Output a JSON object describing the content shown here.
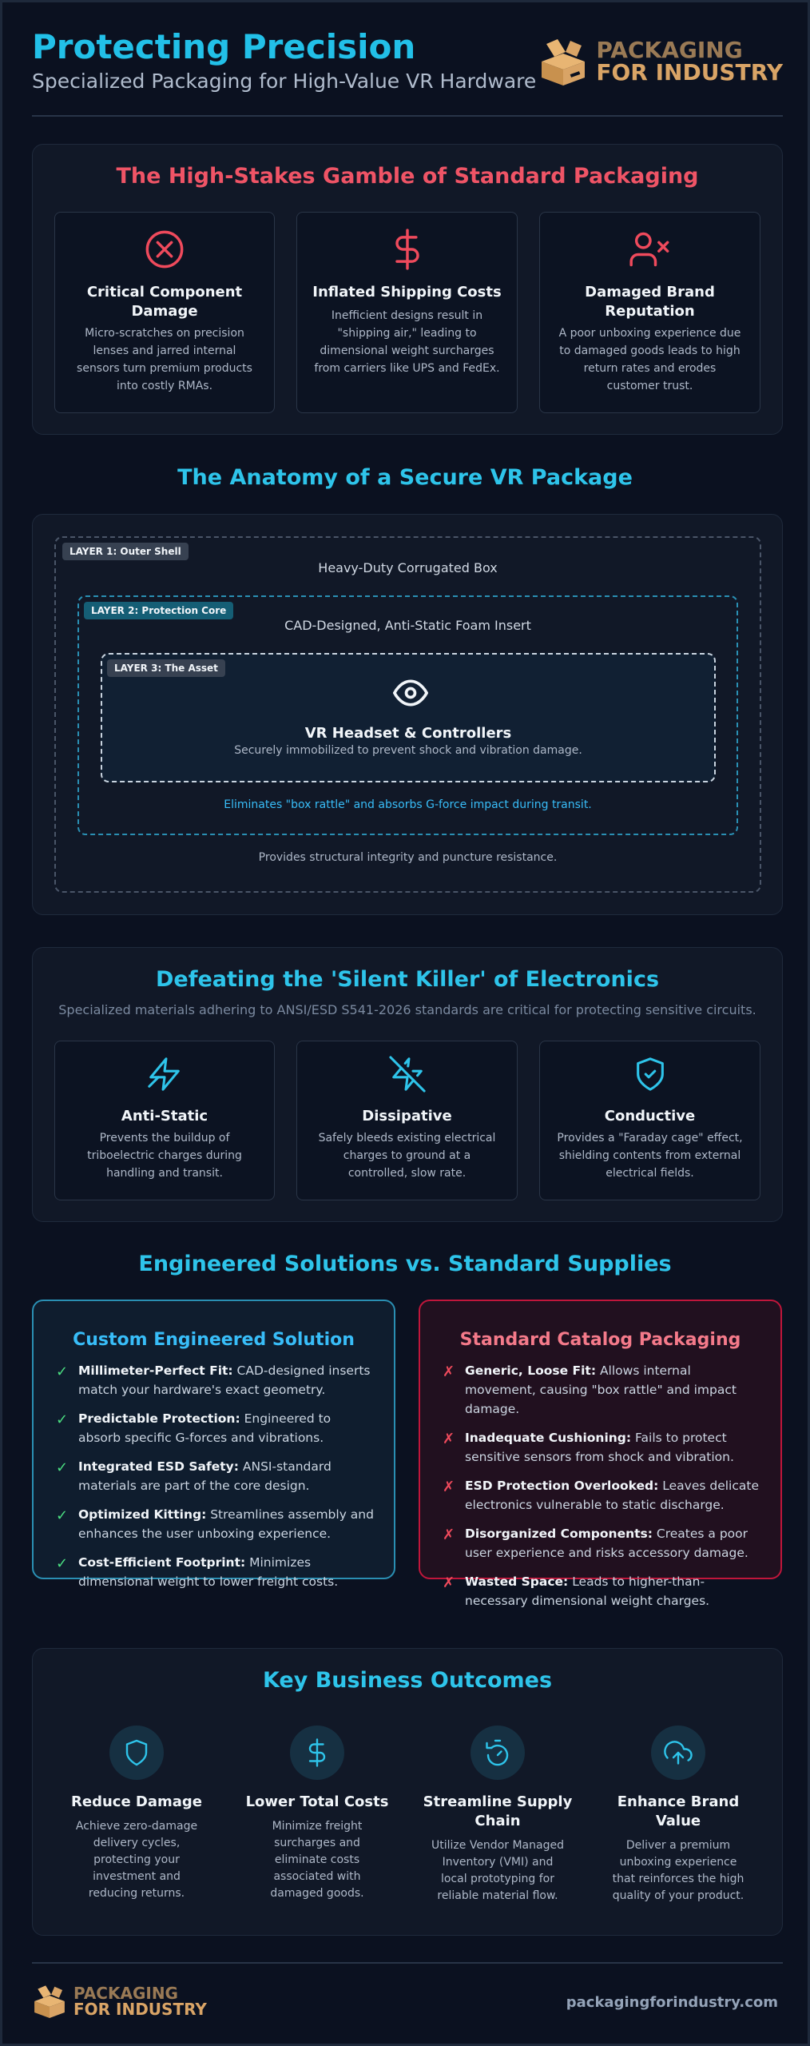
{
  "header": {
    "title": "Protecting Precision",
    "subtitle": "Specialized Packaging for High-Value VR Hardware"
  },
  "logo": {
    "line1": "PACKAGING",
    "line2": "FOR INDUSTRY"
  },
  "stakes": {
    "title": "The High-Stakes Gamble of Standard Packaging",
    "cards": [
      {
        "icon": "x-circle-icon",
        "title": "Critical Component Damage",
        "desc": "Micro-scratches on precision lenses and jarred internal sensors turn premium products into costly RMAs."
      },
      {
        "icon": "dollar-sign-icon",
        "title": "Inflated Shipping Costs",
        "desc": "Inefficient designs result in \"shipping air,\" leading to dimensional weight surcharges from carriers like UPS and FedEx."
      },
      {
        "icon": "user-x-icon",
        "title": "Damaged Brand Reputation",
        "desc": "A poor unboxing experience due to damaged goods leads to high return rates and erodes customer trust."
      }
    ]
  },
  "anatomy": {
    "title": "The Anatomy of a Secure VR Package",
    "layer1": {
      "tag": "LAYER 1: Outer Shell",
      "name": "Heavy-Duty Corrugated Box",
      "note": "Provides structural integrity and puncture resistance."
    },
    "layer2": {
      "tag": "LAYER 2: Protection Core",
      "name": "CAD-Designed, Anti-Static Foam Insert",
      "note": "Eliminates \"box rattle\" and absorbs G-force impact during transit."
    },
    "layer3": {
      "tag": "LAYER 3: The Asset",
      "name": "VR Headset & Controllers",
      "note": "Securely immobilized to prevent shock and vibration damage."
    }
  },
  "esd": {
    "title": "Defeating the 'Silent Killer' of Electronics",
    "subtitle": "Specialized materials adhering to ANSI/ESD S541-2026 standards are critical for protecting sensitive circuits.",
    "cards": [
      {
        "icon": "zap-icon",
        "title": "Anti-Static",
        "desc": "Prevents the buildup of triboelectric charges during handling and transit."
      },
      {
        "icon": "zap-off-icon",
        "title": "Dissipative",
        "desc": "Safely bleeds existing electrical charges to ground at a controlled, slow rate."
      },
      {
        "icon": "shield-check-icon",
        "title": "Conductive",
        "desc": "Provides a \"Faraday cage\" effect, shielding contents from external electrical fields."
      }
    ]
  },
  "comparison": {
    "title": "Engineered Solutions vs. Standard Supplies",
    "custom": {
      "title": "Custom Engineered Solution",
      "items": [
        {
          "bold": "Millimeter-Perfect Fit:",
          "text": " CAD-designed inserts match your hardware's exact geometry."
        },
        {
          "bold": "Predictable Protection:",
          "text": " Engineered to absorb specific G-forces and vibrations."
        },
        {
          "bold": "Integrated ESD Safety:",
          "text": " ANSI-standard materials are part of the core design."
        },
        {
          "bold": "Optimized Kitting:",
          "text": " Streamlines assembly and enhances the user unboxing experience."
        },
        {
          "bold": "Cost-Efficient Footprint:",
          "text": " Minimizes dimensional weight to lower freight costs."
        }
      ]
    },
    "standard": {
      "title": "Standard Catalog Packaging",
      "items": [
        {
          "bold": "Generic, Loose Fit:",
          "text": " Allows internal movement, causing \"box rattle\" and impact damage."
        },
        {
          "bold": "Inadequate Cushioning:",
          "text": " Fails to protect sensitive sensors from shock and vibration."
        },
        {
          "bold": "ESD Protection Overlooked:",
          "text": " Leaves delicate electronics vulnerable to static discharge."
        },
        {
          "bold": "Disorganized Components:",
          "text": " Creates a poor user experience and risks accessory damage."
        },
        {
          "bold": "Wasted Space:",
          "text": " Leads to higher-than-necessary dimensional weight charges."
        }
      ]
    },
    "check_mark": "✓",
    "cross_mark": "✗"
  },
  "outcomes": {
    "title": "Key Business Outcomes",
    "items": [
      {
        "icon": "shield-icon",
        "title": "Reduce Damage",
        "desc": "Achieve zero-damage delivery cycles, protecting your investment and reducing returns."
      },
      {
        "icon": "dollar-sign-icon",
        "title": "Lower Total Costs",
        "desc": "Minimize freight surcharges and eliminate costs associated with damaged goods."
      },
      {
        "icon": "timer-icon",
        "title": "Streamline Supply Chain",
        "desc": "Utilize Vendor Managed Inventory (VMI) and local prototyping for reliable material flow."
      },
      {
        "icon": "cloud-upload-icon",
        "title": "Enhance Brand Value",
        "desc": "Deliver a premium unboxing experience that reinforces the high quality of your product."
      }
    ]
  },
  "footer": {
    "url": "packagingforindustry.com"
  },
  "colors": {
    "accent": "#2ec4ea",
    "danger": "#ef5466",
    "gold": "#d9a466",
    "background": "#0b1120"
  }
}
